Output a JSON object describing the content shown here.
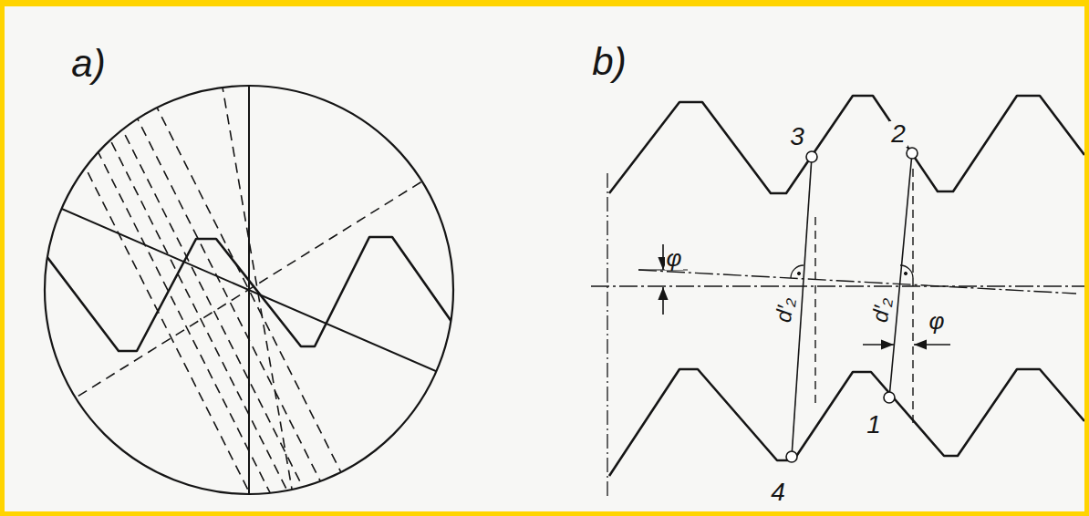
{
  "diagram": {
    "labels": [
      "a)",
      "b)",
      "3",
      "2",
      "φ",
      "d′₂",
      "d′₂",
      "φ",
      "1",
      "4"
    ]
  }
}
